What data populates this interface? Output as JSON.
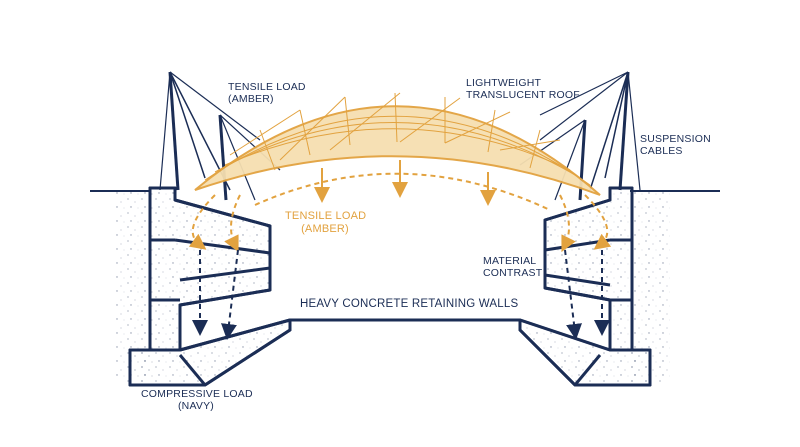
{
  "labels": {
    "tensile_top": {
      "line1": "TENSILE LOAD",
      "line2": "(AMBER)"
    },
    "roof": {
      "line1": "LIGHTWEIGHT",
      "line2": "TRANSLUCENT ROOF"
    },
    "cables": {
      "line1": "SUSPENSION",
      "line2": "CABLES"
    },
    "tensile_mid": {
      "line1": "TENSILE LOAD",
      "line2": "(AMBER)"
    },
    "material": {
      "line1": "MATERIAL",
      "line2": "CONTRAST"
    },
    "walls": "HEAVY CONCRETE RETAINING WALLS",
    "compressive": {
      "line1": "COMPRESSIVE LOAD",
      "line2": "(NAVY)"
    }
  },
  "colors": {
    "navy": "#1b2d55",
    "amber": "#e2a23f",
    "roof_fill": "#f6dfb0"
  }
}
